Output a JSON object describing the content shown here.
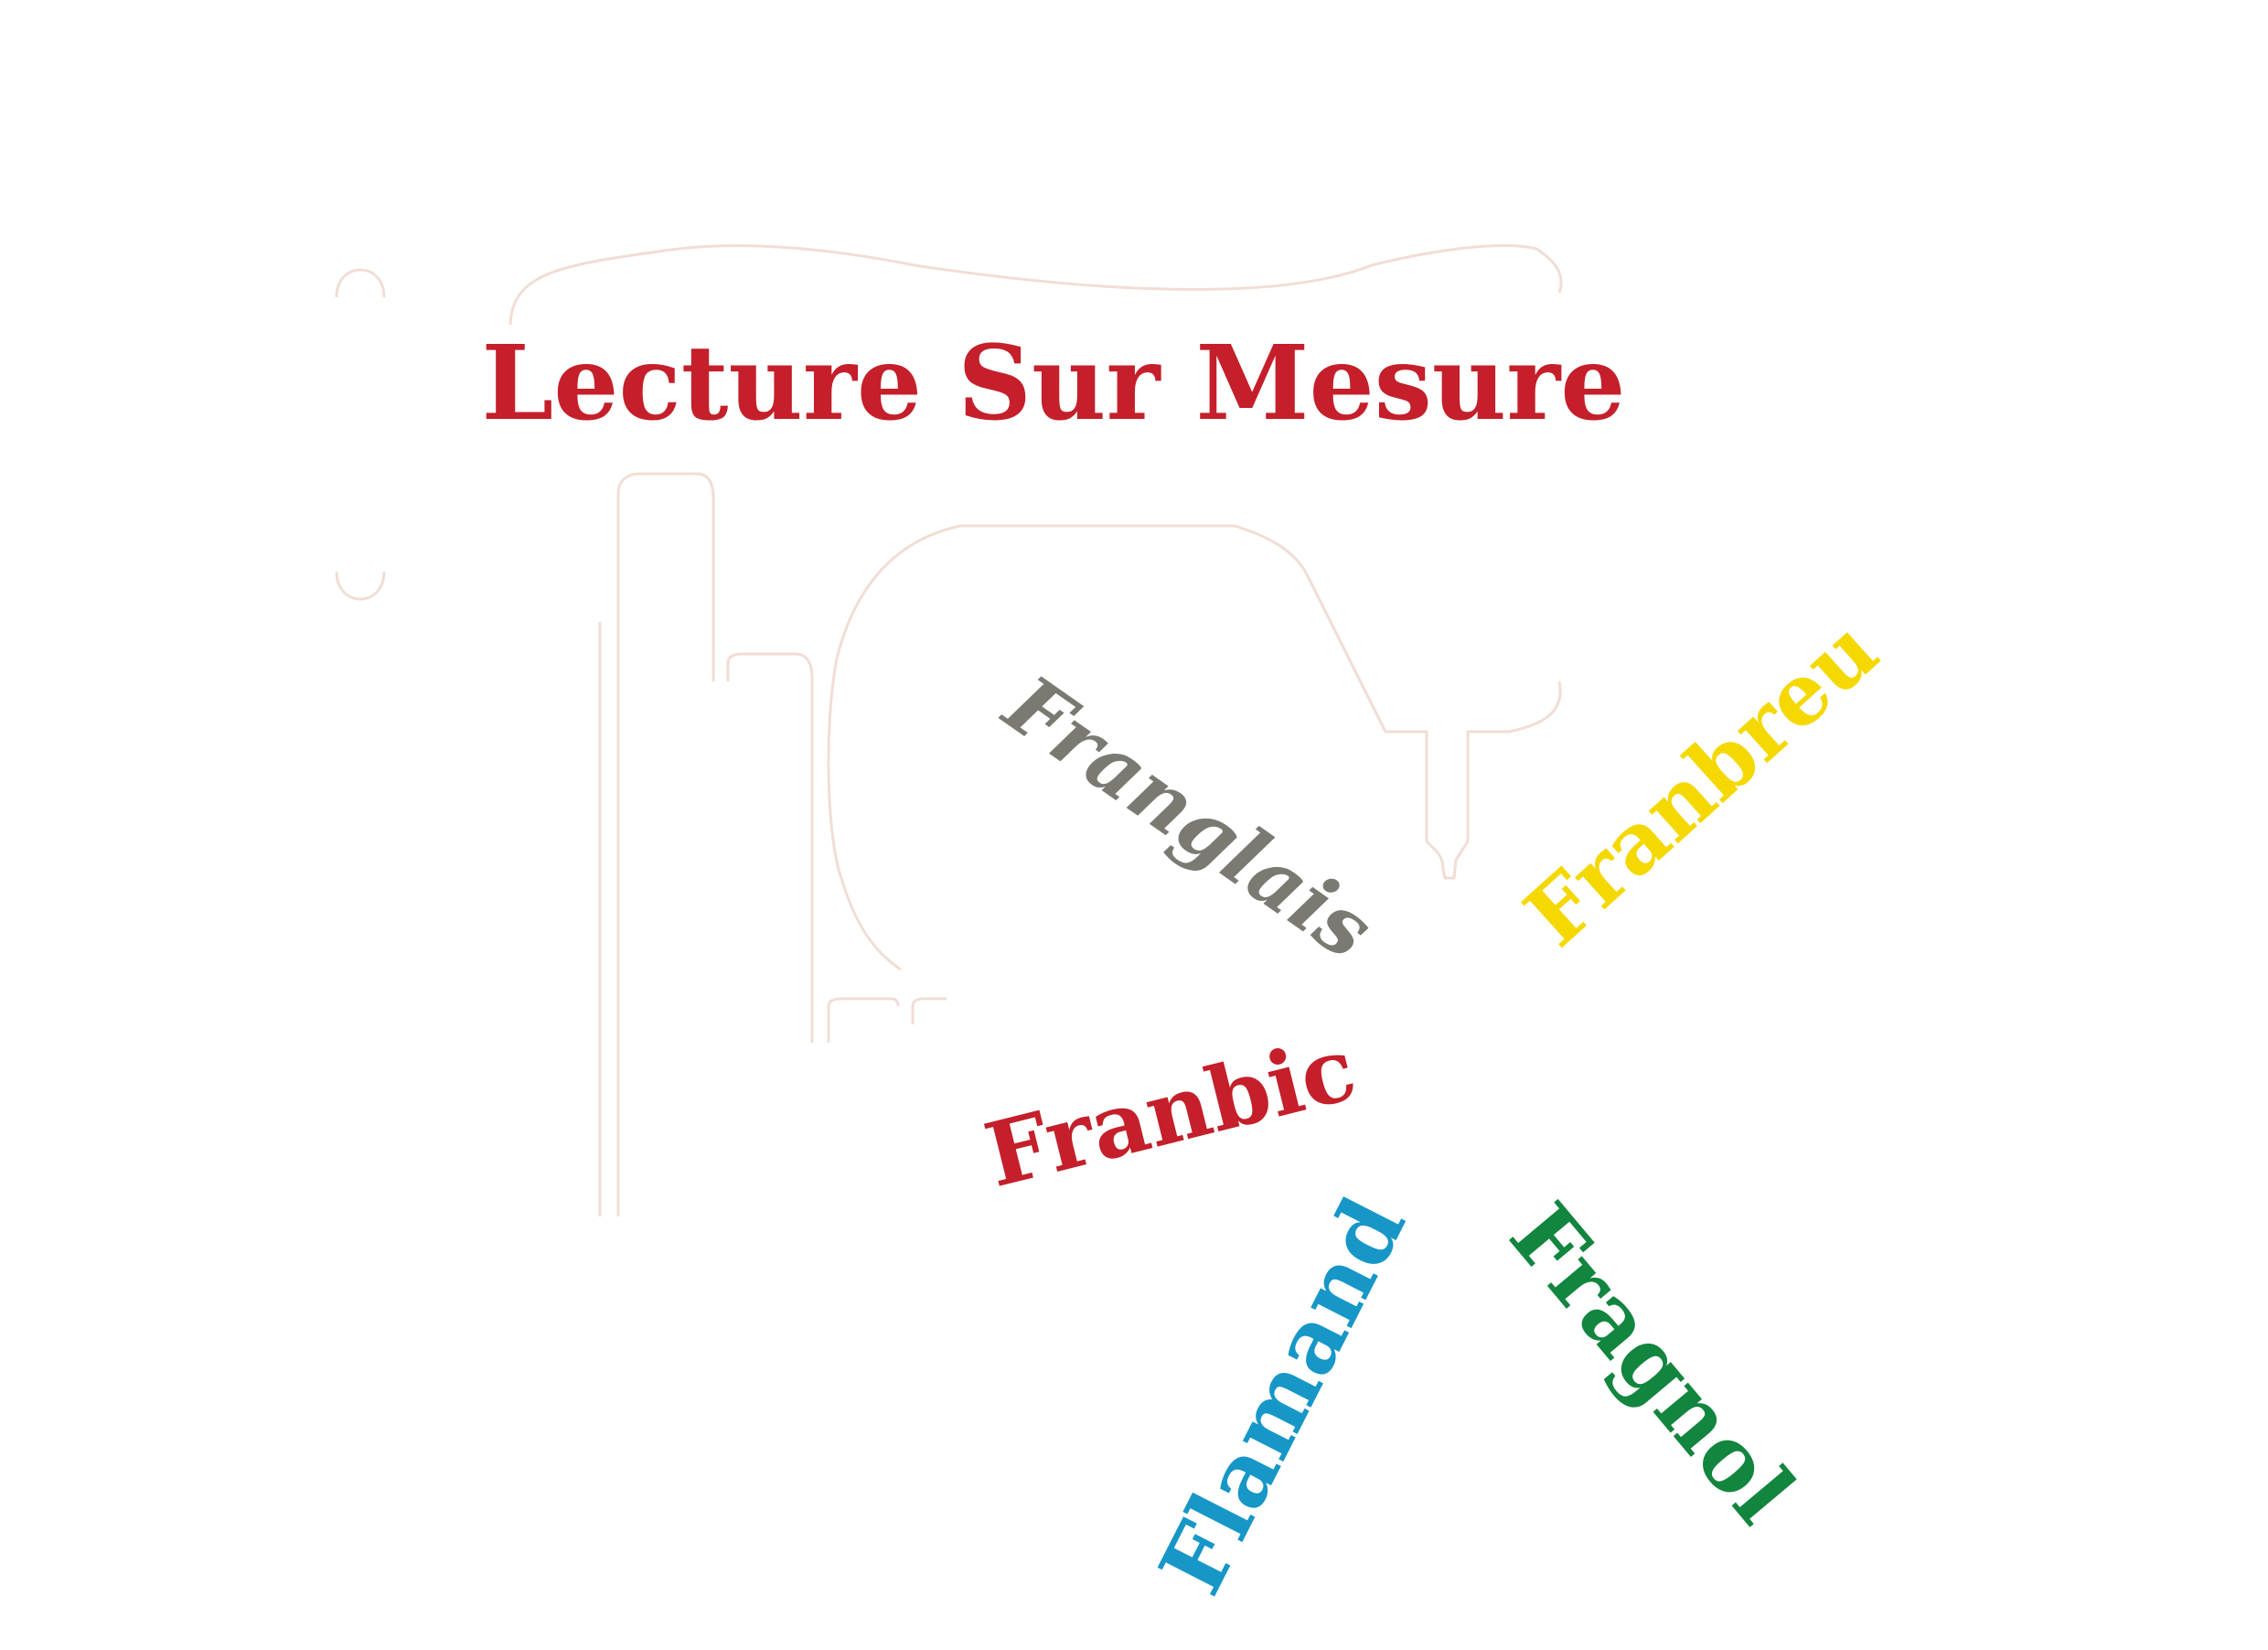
{
  "title": "Lecture Sur Mesure",
  "words": {
    "franglais": "Franglais",
    "franbreu": "Franbreu",
    "franbic": "Franbic",
    "flamand": "Flamand",
    "fragnol": "Fragnol"
  },
  "colors": {
    "title": "#c41f2a",
    "franglais": "#7a7a73",
    "franbreu": "#f5d800",
    "franbic": "#c41f2a",
    "flamand": "#1697c7",
    "fragnol": "#12853f",
    "outline": "#f1ddd6"
  },
  "icons": {
    "background": "sewing-machine-icon"
  }
}
